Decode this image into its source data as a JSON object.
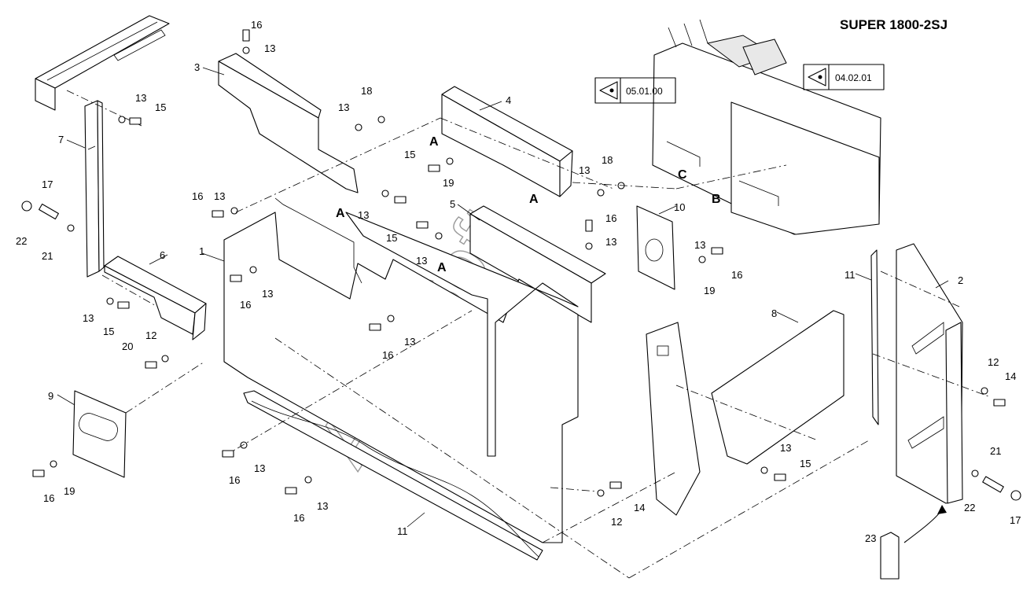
{
  "title": "SUPER 1800-2SJ",
  "watermark": "AutoSoft",
  "reference_views": [
    {
      "code": "05.01.00"
    },
    {
      "code": "04.02.01"
    }
  ],
  "section_letters": {
    "a": "A",
    "b": "B",
    "c": "C"
  },
  "callouts": {
    "c16_top": "16",
    "c13_top": "13",
    "c3": "3",
    "c18_a": "18",
    "c13_a": "13",
    "c4": "4",
    "c13_l1": "13",
    "c15_l1": "15",
    "c7": "7",
    "c17_l": "17",
    "c22_l": "22",
    "c21_l": "21",
    "c6": "6",
    "c13_l2": "13",
    "c15_l2": "15",
    "c20": "20",
    "c12_l": "12",
    "c9": "9",
    "c16_l9": "16",
    "c19_l9": "19",
    "c16_a": "16",
    "c13_b": "13",
    "c13_c": "13",
    "c1": "1",
    "c16_b": "16",
    "c13_d": "13",
    "c15_a": "15",
    "c19_a": "19",
    "c15_b": "15",
    "c13_e": "13",
    "c5": "5",
    "c13_f": "13",
    "c18_b": "18",
    "c16_c": "16",
    "c13_g": "13",
    "c10": "10",
    "c13_h": "13",
    "c19_b": "19",
    "c16_d": "16",
    "c16_e": "16",
    "c13_i": "13",
    "c16_f": "16",
    "c13_j": "13",
    "c16_g": "16",
    "c13_k": "13",
    "c11_bot": "11",
    "c12_b": "12",
    "c14_b": "14",
    "c8": "8",
    "c13_m": "13",
    "c15_m": "15",
    "c11_r": "11",
    "c2": "2",
    "c12_r": "12",
    "c14_r": "14",
    "c21_r": "21",
    "c22_r": "22",
    "c17_r": "17",
    "c23": "23"
  },
  "colors": {
    "line": "#000000",
    "watermark": "#9a9a9a",
    "background": "#ffffff"
  }
}
